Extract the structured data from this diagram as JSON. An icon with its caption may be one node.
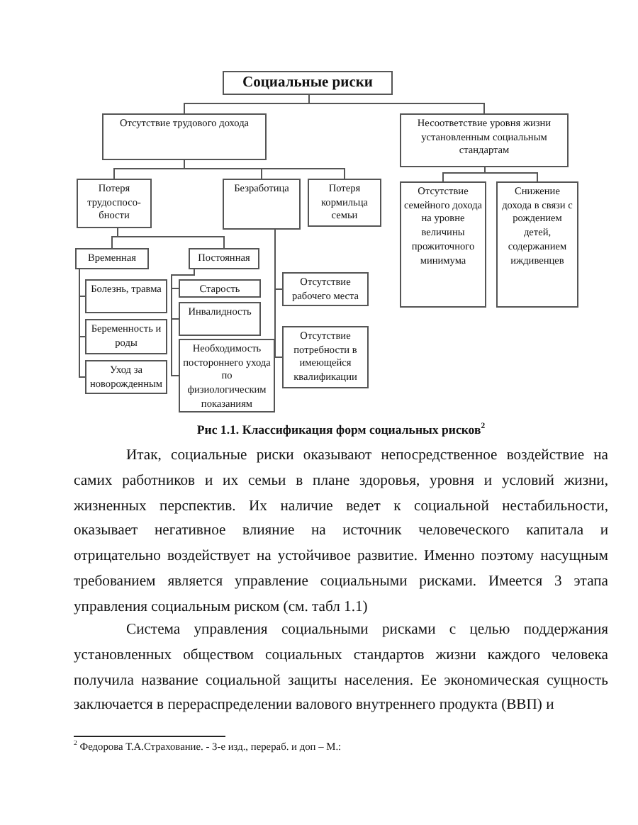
{
  "diagram": {
    "caption": "Рис 1.1. Классификация форм социальных рисков$^{2}$",
    "nodes": [
      {
        "text": [
          "Социальные риски"
        ]
      },
      {
        "text": [
          "Отсутствие трудового дохода"
        ]
      },
      {
        "text": [
          "Несоответствие уровня жизни установленным социальным стандартам"
        ]
      },
      {
        "text": [
          "Потеря трудоспосо- бности"
        ]
      },
      {
        "text": [
          "Безработица"
        ]
      },
      {
        "text": [
          "Потеря кормильца семьи"
        ]
      },
      {
        "text": [
          "Отсутствие семейного дохода на уровне величины прожиточного минимума"
        ]
      },
      {
        "text": [
          "Снижение дохода в связи с рождением детей, содержанием иждивенцев"
        ]
      },
      {
        "text": [
          "Временная"
        ]
      },
      {
        "text": [
          "Постоянная"
        ]
      },
      {
        "text": [
          "Болезнь, травма"
        ]
      },
      {
        "text": [
          "Беременность и роды"
        ]
      },
      {
        "text": [
          "Уход за новорожденным"
        ]
      },
      {
        "text": [
          "Старость"
        ]
      },
      {
        "text": [
          "Инвалидность"
        ]
      },
      {
        "text": [
          "Необходимость постороннего ухода по физиологическим показаниям"
        ]
      },
      {
        "text": [
          "Отсутствие рабочего места"
        ]
      },
      {
        "text": [
          "Отсутствие потребности в имеющейся квалификации"
        ]
      }
    ],
    "edges": [
      {
        "from": 0,
        "to": 1,
        "arrow": "none"
      },
      {
        "from": 0,
        "to": 2,
        "arrow": "none"
      },
      {
        "from": 1,
        "to": 3,
        "arrow": "none"
      },
      {
        "from": 1,
        "to": 4,
        "arrow": "none"
      },
      {
        "from": 1,
        "to": 5,
        "arrow": "none"
      },
      {
        "from": 2,
        "to": 6,
        "arrow": "none"
      },
      {
        "from": 2,
        "to": 7,
        "arrow": "none"
      },
      {
        "from": 3,
        "to": 8,
        "arrow": "none"
      },
      {
        "from": 3,
        "to": 9,
        "arrow": "none"
      },
      {
        "from": 8,
        "to": 10,
        "arrow": "none"
      },
      {
        "from": 8,
        "to": 11,
        "arrow": "none"
      },
      {
        "from": 8,
        "to": 12,
        "arrow": "none"
      },
      {
        "from": 9,
        "to": 13,
        "arrow": "none"
      },
      {
        "from": 9,
        "to": 14,
        "arrow": "none"
      },
      {
        "from": 9,
        "to": 15,
        "arrow": "none"
      },
      {
        "from": 4,
        "to": 16,
        "arrow": "none"
      },
      {
        "from": 4,
        "to": 17,
        "arrow": "none"
      }
    ],
    "labels": [
      "Итак, социальные риски оказывают непосредственное воздействие на самих работников и их семьи в плане здоровья, уровня и условий жизни, жизненных перспектив. Их наличие ведет к социальной нестабильности,  оказывает негативное влияние на источник человеческого капитала и отрицательно воздействует на устойчивое развитие. Именно поэтому насущным требованием является управление социальными рисками. Имеется 3 этапа управления социальным риском (см. табл 1.1)",
      "Система управления социальными рисками с целью поддержания установленных обществом социальных стандартов жизни каждого человека получила название социальной защиты населения. Ее экономическая сущность заключается в перераспределении валового внутреннего продукта (ВВП) и",
      "$^{2}$ Федорова Т.А.Страхование. - 3-е изд., перераб. и доп – М.:"
    ]
  }
}
